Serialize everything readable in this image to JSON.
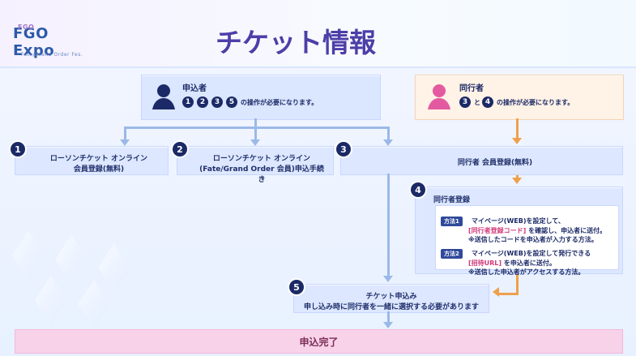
{
  "header": {
    "logo_main": "FGO Expo",
    "logo_top": "FGO",
    "logo_sub": "Fate/Grand Order Fes.",
    "title": "チケット情報"
  },
  "roles": {
    "applicant": {
      "label": "申込者",
      "steps": [
        "1",
        "2",
        "3",
        "5"
      ],
      "desc": "の操作が必要になります。"
    },
    "companion": {
      "label": "同行者",
      "steps": [
        "3",
        "4"
      ],
      "mid": "と",
      "desc": "の操作が必要になります。"
    }
  },
  "steps": [
    {
      "num": "1",
      "text": "ローソンチケット オンライン\n会員登録(無料)"
    },
    {
      "num": "2",
      "text": "ローソンチケット オンライン\n(Fate/Grand Order 会員)申込手続き"
    },
    {
      "num": "3",
      "text": "同行者 会員登録(無料)"
    },
    {
      "num": "4",
      "title": "同行者登録",
      "details": [
        {
          "pill": "方法1",
          "line1": "マイページ(WEB)を設定して、",
          "line2_pink": "[同行者登録コード]",
          "line2_rest": "を確認し、申込者に送付。",
          "line3": "※送信したコードを申込者が入力する方法。"
        },
        {
          "pill": "方法2",
          "line1": "マイページ(WEB)を設定して発行できる",
          "line2_pink": "[招待URL]",
          "line2_rest": "を申込者に送付。",
          "line3": "※送信した申込者がアクセスする方法。"
        }
      ]
    },
    {
      "num": "5",
      "text": "チケット申込み\n申し込み時に同行者を一緒に選択する必要があります"
    }
  ],
  "complete": "申込完了",
  "colors": {
    "accent": "#4b3fa8",
    "box": "#dde7ff",
    "orange": "#f0a04b",
    "blue_line": "#9bb9e8",
    "pink_bar": "#f8d2e9"
  }
}
